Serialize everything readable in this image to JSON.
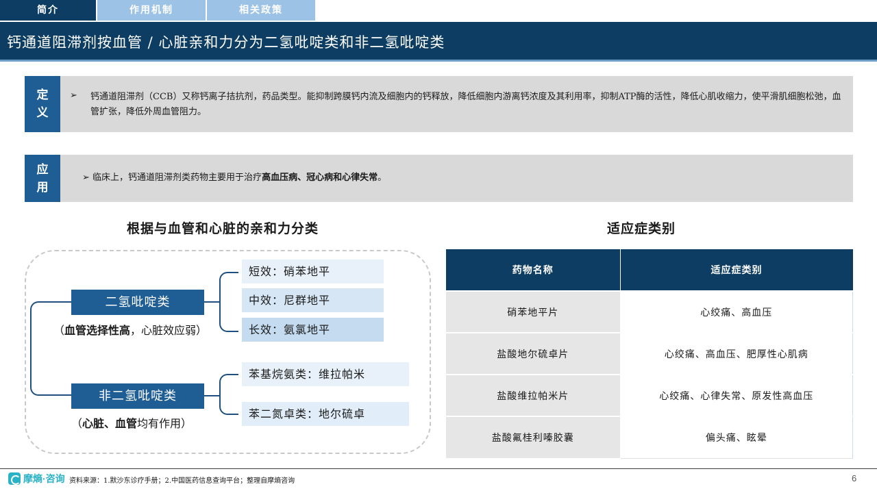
{
  "tabs": [
    {
      "label": "简介"
    },
    {
      "label": "作用机制"
    },
    {
      "label": "相关政策"
    }
  ],
  "title": "钙通道阻滞剂按血管 / 心脏亲和力分为二氢吡啶类和非二氢吡啶类",
  "definition": {
    "tag": [
      "定",
      "义"
    ],
    "bullet": "➢",
    "text": "钙通道阻滞剂（CCB）又称钙离子拮抗剂，药品类型。能抑制跨膜钙内流及细胞内的钙释放，降低细胞内游离钙浓度及其利用率，抑制ATP酶的活性，降低心肌收缩力，使平滑肌细胞松弛，血管扩张，降低外周血管阻力。"
  },
  "application": {
    "tag": [
      "应",
      "用"
    ],
    "bullet": "➢",
    "text_prefix": "临床上，钙通道阻滞剂类药物主要用于治疗",
    "text_bold": "高血压病、冠心病和心律失常",
    "text_suffix": "。"
  },
  "classification": {
    "heading": "根据与血管和心脏的亲和力分类",
    "groups": [
      {
        "name": "二氢吡啶类",
        "note_open": "（",
        "note_bold": "血管选择性高",
        "note_rest": "，心脏效应弱）",
        "items": [
          "短效：硝苯地平",
          "中效：尼群地平",
          "长效：氨氯地平"
        ]
      },
      {
        "name": "非二氢吡啶类",
        "note_open": "（",
        "note_bold": "心脏、血管",
        "note_rest": "均有作用）",
        "items": [
          "苯基烷氨类：维拉帕米",
          "苯二氮卓类：地尔硫卓"
        ]
      }
    ]
  },
  "indications": {
    "heading": "适应症类别",
    "columns": [
      "药物名称",
      "适应症类别"
    ],
    "rows": [
      [
        "硝苯地平片",
        "心绞痛、高血压"
      ],
      [
        "盐酸地尔硫卓片",
        "心绞痛、高血压、肥厚性心肌病"
      ],
      [
        "盐酸维拉帕米片",
        "心绞痛、心律失常、原发性高血压"
      ],
      [
        "盐酸氟桂利嗪胶囊",
        "偏头痛、眩晕"
      ]
    ]
  },
  "footer": {
    "logo": "摩熵·咨询",
    "source": "资料来源：1.默沙东诊疗手册；2.中国医药信息查询平台；整理自摩熵咨询",
    "page": "6"
  }
}
